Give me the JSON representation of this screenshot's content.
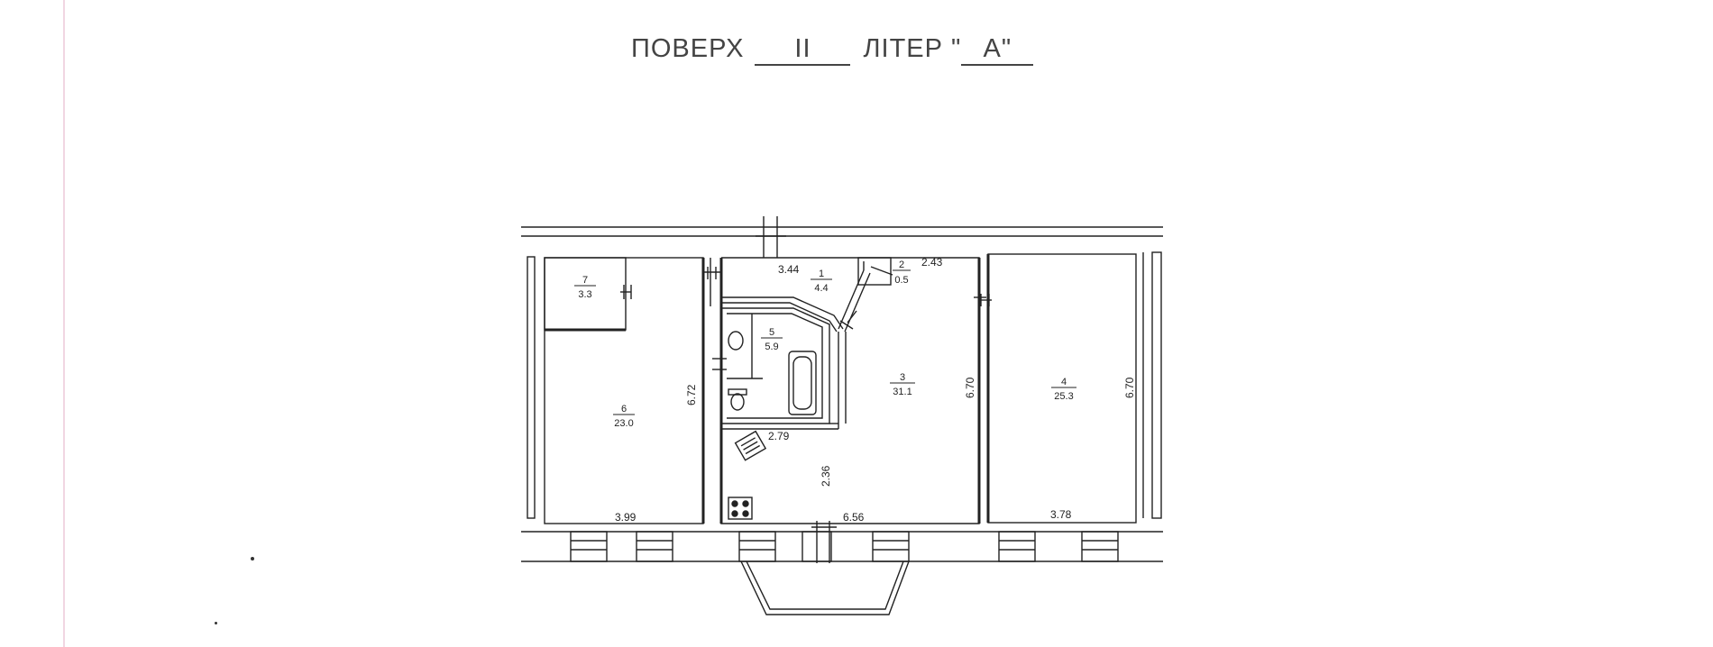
{
  "header": {
    "floor_label": "ПОВЕРХ",
    "floor_value": "II",
    "litera_label": "ЛІТЕР \"",
    "litera_value": "А\""
  },
  "rooms": [
    {
      "id": "room-1",
      "number": "1",
      "area": "4.4"
    },
    {
      "id": "room-2",
      "number": "2",
      "area": "0.5"
    },
    {
      "id": "room-3",
      "number": "3",
      "area": "31.1"
    },
    {
      "id": "room-4",
      "number": "4",
      "area": "25.3"
    },
    {
      "id": "room-5",
      "number": "5",
      "area": "5.9"
    },
    {
      "id": "room-6",
      "number": "6",
      "area": "23.0"
    },
    {
      "id": "room-7",
      "number": "7",
      "area": "3.3"
    }
  ],
  "dimensions": {
    "d_3_44": "3.44",
    "d_2_43": "2.43",
    "d_6_72": "6.72",
    "d_6_70_a": "6.70",
    "d_6_70_b": "6.70",
    "d_2_79": "2.79",
    "d_2_36": "2.36",
    "d_3_99": "3.99",
    "d_6_56": "6.56",
    "d_3_78": "3.78"
  }
}
